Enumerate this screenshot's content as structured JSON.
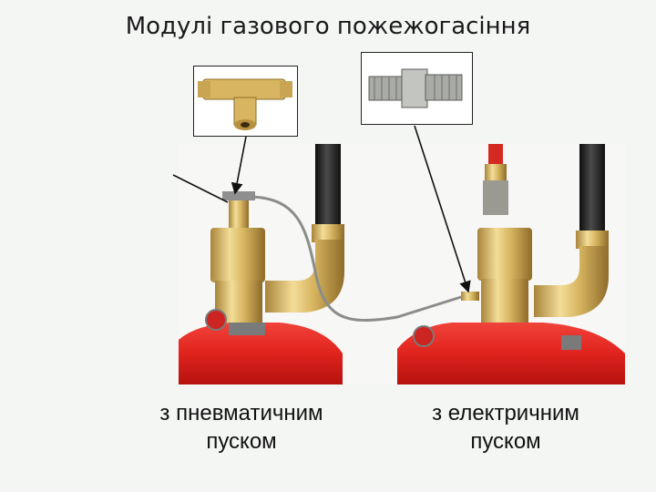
{
  "title": "Модулі газового пожежогасіння",
  "captions": {
    "left": {
      "line1": "з пневматичним",
      "line2": "пуском"
    },
    "right": {
      "line1": "з електричним",
      "line2": "пуском"
    }
  },
  "colors": {
    "cylinder_red": "#e0231d",
    "brass": "#d9b866",
    "hose_black": "#1e1e1e",
    "background": "#f4f6f4"
  },
  "images": {
    "main_photo": "fire-suppression-modules-photo",
    "thumb_left": "brass-tee-fitting-photo",
    "thumb_right": "threaded-nipple-fitting-photo"
  }
}
